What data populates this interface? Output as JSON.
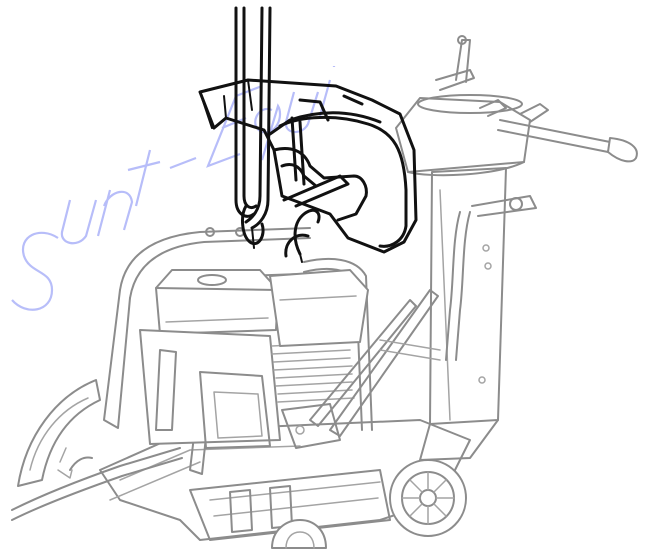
{
  "illustration": {
    "subject": "floor-saw-lifting",
    "colors": {
      "background": "#ffffff",
      "machine_outline": "#8c8c8c",
      "highlight_outline": "#111111",
      "watermark": "#3344ee"
    },
    "watermark": {
      "text": "Sunt-Equip",
      "opacity": 0.35
    }
  }
}
